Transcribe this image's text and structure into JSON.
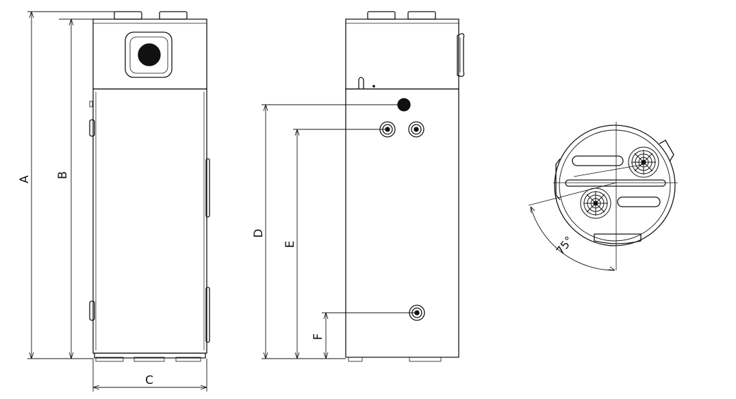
{
  "dimensions": {
    "A": "A",
    "B": "B",
    "C": "C",
    "D": "D",
    "E": "E",
    "F": "F"
  },
  "top_view": {
    "angle": "75°"
  }
}
